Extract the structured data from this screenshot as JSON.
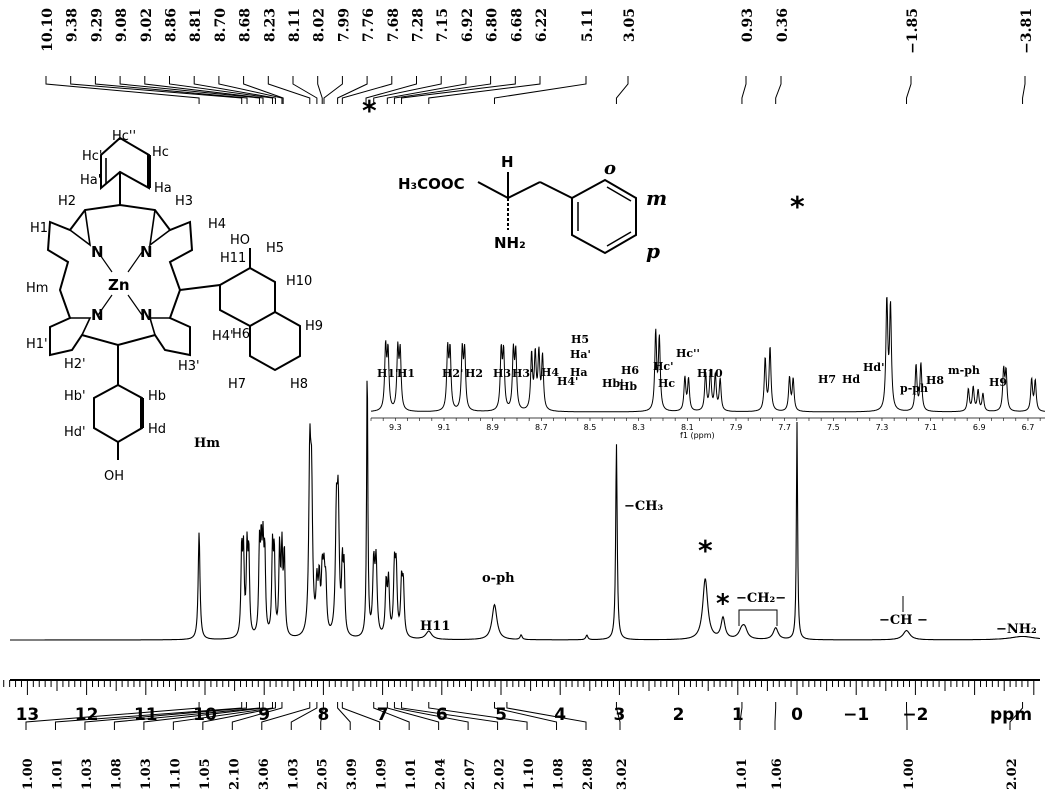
{
  "chart_data": {
    "type": "line",
    "spectrum": "1H NMR",
    "xlabel": "ppm",
    "xlim": [
      13.4,
      -4
    ],
    "x_reversed": true,
    "x_ticks": [
      "13",
      "12",
      "11",
      "10",
      "9",
      "8",
      "7",
      "6",
      "5",
      "4",
      "3",
      "2",
      "1",
      "0",
      "−1",
      "−2"
    ],
    "peak_labels_top": [
      "10.10",
      "9.38",
      "9.29",
      "9.08",
      "9.02",
      "8.86",
      "8.81",
      "8.70",
      "8.68",
      "8.23",
      "8.11",
      "8.02",
      "7.99",
      "7.76",
      "7.68",
      "7.28",
      "7.15",
      "6.92",
      "6.80",
      "6.68",
      "6.22",
      "5.11",
      "3.05",
      "0.93",
      "0.36",
      "−1.85",
      "−3.81"
    ],
    "peak_label_positions_ppm": [
      10.1,
      9.38,
      9.29,
      9.08,
      9.02,
      8.86,
      8.81,
      8.7,
      8.68,
      8.23,
      8.11,
      8.02,
      7.99,
      7.76,
      7.68,
      7.28,
      7.15,
      6.92,
      6.8,
      6.68,
      6.22,
      5.11,
      3.05,
      0.93,
      0.36,
      -1.85,
      -3.81
    ],
    "integrals": [
      {
        "value": "1.00",
        "ppm": 10.1
      },
      {
        "value": "1.01",
        "ppm": 9.38
      },
      {
        "value": "1.03",
        "ppm": 9.3
      },
      {
        "value": "1.08",
        "ppm": 9.08
      },
      {
        "value": "1.03",
        "ppm": 9.02
      },
      {
        "value": "1.10",
        "ppm": 8.86
      },
      {
        "value": "1.05",
        "ppm": 8.81
      },
      {
        "value": "2.10",
        "ppm": 8.7
      },
      {
        "value": "3.06",
        "ppm": 8.23
      },
      {
        "value": "1.03",
        "ppm": 8.11
      },
      {
        "value": "2.05",
        "ppm": 8.0
      },
      {
        "value": "3.09",
        "ppm": 7.76
      },
      {
        "value": "1.09",
        "ppm": 7.68
      },
      {
        "value": "1.01",
        "ppm": 7.15
      },
      {
        "value": "2.04",
        "ppm": 6.92
      },
      {
        "value": "2.07",
        "ppm": 6.8
      },
      {
        "value": "2.02",
        "ppm": 6.68
      },
      {
        "value": "1.10",
        "ppm": 6.22
      },
      {
        "value": "1.08",
        "ppm": 5.11
      },
      {
        "value": "2.08",
        "ppm": 4.9
      },
      {
        "value": "3.02",
        "ppm": 3.05
      },
      {
        "value": "1.01",
        "ppm": 0.93
      },
      {
        "value": "1.06",
        "ppm": 0.36
      },
      {
        "value": "1.00",
        "ppm": -1.85
      },
      {
        "value": "2.02",
        "ppm": -3.81
      }
    ],
    "peaks": [
      {
        "ppm": 10.1,
        "h": 0.46,
        "w": 0.018
      },
      {
        "ppm": 9.38,
        "h": 0.36,
        "w": 0.015
      },
      {
        "ppm": 9.35,
        "h": 0.34,
        "w": 0.015
      },
      {
        "ppm": 9.29,
        "h": 0.36,
        "w": 0.015
      },
      {
        "ppm": 9.26,
        "h": 0.34,
        "w": 0.015
      },
      {
        "ppm": 9.08,
        "h": 0.36,
        "w": 0.015
      },
      {
        "ppm": 9.05,
        "h": 0.34,
        "w": 0.015
      },
      {
        "ppm": 9.02,
        "h": 0.34,
        "w": 0.015
      },
      {
        "ppm": 8.99,
        "h": 0.33,
        "w": 0.015
      },
      {
        "ppm": 8.86,
        "h": 0.36,
        "w": 0.015
      },
      {
        "ppm": 8.83,
        "h": 0.34,
        "w": 0.015
      },
      {
        "ppm": 8.74,
        "h": 0.37,
        "w": 0.015
      },
      {
        "ppm": 8.7,
        "h": 0.36,
        "w": 0.015
      },
      {
        "ppm": 8.66,
        "h": 0.35,
        "w": 0.015
      },
      {
        "ppm": 8.23,
        "h": 0.72,
        "w": 0.02
      },
      {
        "ppm": 8.2,
        "h": 0.58,
        "w": 0.02
      },
      {
        "ppm": 8.11,
        "h": 0.2,
        "w": 0.018
      },
      {
        "ppm": 8.07,
        "h": 0.22,
        "w": 0.018
      },
      {
        "ppm": 8.02,
        "h": 0.24,
        "w": 0.018
      },
      {
        "ppm": 7.99,
        "h": 0.22,
        "w": 0.018
      },
      {
        "ppm": 7.96,
        "h": 0.2,
        "w": 0.018
      },
      {
        "ppm": 7.78,
        "h": 0.48,
        "w": 0.02
      },
      {
        "ppm": 7.75,
        "h": 0.52,
        "w": 0.02
      },
      {
        "ppm": 7.68,
        "h": 0.28,
        "w": 0.015
      },
      {
        "ppm": 7.65,
        "h": 0.27,
        "w": 0.015
      },
      {
        "ppm": 7.26,
        "h": 1.18,
        "w": 0.012
      },
      {
        "ppm": 7.15,
        "h": 0.3,
        "w": 0.02
      },
      {
        "ppm": 7.11,
        "h": 0.31,
        "w": 0.02
      },
      {
        "ppm": 6.94,
        "h": 0.22,
        "w": 0.018
      },
      {
        "ppm": 6.9,
        "h": 0.23,
        "w": 0.018
      },
      {
        "ppm": 6.8,
        "h": 0.28,
        "w": 0.018
      },
      {
        "ppm": 6.77,
        "h": 0.27,
        "w": 0.018
      },
      {
        "ppm": 6.68,
        "h": 0.22,
        "w": 0.018
      },
      {
        "ppm": 6.65,
        "h": 0.21,
        "w": 0.018
      },
      {
        "ppm": 6.22,
        "h": 0.035,
        "w": 0.06
      },
      {
        "ppm": 5.11,
        "h": 0.15,
        "w": 0.05
      },
      {
        "ppm": 4.66,
        "h": 0.02,
        "w": 0.02
      },
      {
        "ppm": 3.55,
        "h": 0.02,
        "w": 0.02
      },
      {
        "ppm": 3.05,
        "h": 0.84,
        "w": 0.015
      },
      {
        "ppm": 1.55,
        "h": 0.26,
        "w": 0.05
      },
      {
        "ppm": 1.25,
        "h": 0.09,
        "w": 0.04
      },
      {
        "ppm": 0.93,
        "h": 0.04,
        "w": 0.06
      },
      {
        "ppm": 0.88,
        "h": 0.035,
        "w": 0.05
      },
      {
        "ppm": 0.36,
        "h": 0.05,
        "w": 0.05
      },
      {
        "ppm": 0.0,
        "h": 0.93,
        "w": 0.012
      },
      {
        "ppm": -1.85,
        "h": 0.04,
        "w": 0.07
      },
      {
        "ppm": -3.81,
        "h": 0.015,
        "w": 0.25
      }
    ],
    "annotations": [
      {
        "text": "Hm",
        "ppm": 10.1,
        "pos": "above-peak"
      },
      {
        "text": "H11",
        "ppm": 6.22,
        "pos": "above-peak"
      },
      {
        "text": "o-ph",
        "ppm": 5.11,
        "pos": "above-peak"
      },
      {
        "text": "−CH₃",
        "ppm": 3.05,
        "pos": "right-of-peak"
      },
      {
        "text": "−CH₂−",
        "ppm": 0.6,
        "pos": "bracket"
      },
      {
        "text": "−CH −",
        "ppm": -1.85,
        "pos": "bracket"
      },
      {
        "text": "−NH₂",
        "ppm": -3.81,
        "pos": "right"
      }
    ],
    "solvent_markers": [
      "*",
      "*",
      "*",
      "*"
    ],
    "inset": {
      "xlabel": "f1 (ppm)",
      "xlim": [
        9.4,
        6.63
      ],
      "x_ticks": [
        "9.3",
        "9.1",
        "8.9",
        "8.7",
        "8.5",
        "8.3",
        "8.1",
        "7.9",
        "7.7",
        "7.5",
        "7.3",
        "7.1",
        "6.9",
        "6.7"
      ],
      "labels": [
        "H1'",
        "H1",
        "H2'",
        "H2",
        "H3",
        "H3'",
        "H4",
        "H4'",
        "H5",
        "Ha'",
        "Ha",
        "Hb'",
        "H6",
        "Hb",
        "Hc'",
        "Hc''",
        "Hc",
        "H10",
        "H7",
        "Hd",
        "Hd'",
        "p-ph",
        "H8",
        "m-ph",
        "H9"
      ],
      "peaks": [
        {
          "ppm": 9.34,
          "h": 0.78
        },
        {
          "ppm": 9.33,
          "h": 0.72
        },
        {
          "ppm": 9.29,
          "h": 0.75
        },
        {
          "ppm": 9.28,
          "h": 0.72
        },
        {
          "ppm": 9.085,
          "h": 0.75
        },
        {
          "ppm": 9.075,
          "h": 0.73
        },
        {
          "ppm": 9.025,
          "h": 0.74
        },
        {
          "ppm": 9.015,
          "h": 0.72
        },
        {
          "ppm": 8.865,
          "h": 0.73
        },
        {
          "ppm": 8.855,
          "h": 0.71
        },
        {
          "ppm": 8.815,
          "h": 0.72
        },
        {
          "ppm": 8.805,
          "h": 0.7
        },
        {
          "ppm": 8.74,
          "h": 0.7
        },
        {
          "ppm": 8.725,
          "h": 0.68
        },
        {
          "ppm": 8.71,
          "h": 0.7
        },
        {
          "ppm": 8.695,
          "h": 0.67
        },
        {
          "ppm": 8.23,
          "h": 0.98
        },
        {
          "ppm": 8.215,
          "h": 0.9
        },
        {
          "ppm": 8.11,
          "h": 0.42
        },
        {
          "ppm": 8.095,
          "h": 0.4
        },
        {
          "ppm": 8.025,
          "h": 0.48
        },
        {
          "ppm": 8.005,
          "h": 0.5
        },
        {
          "ppm": 7.985,
          "h": 0.45
        },
        {
          "ppm": 7.965,
          "h": 0.4
        },
        {
          "ppm": 7.78,
          "h": 0.66
        },
        {
          "ppm": 7.76,
          "h": 0.8
        },
        {
          "ppm": 7.68,
          "h": 0.42
        },
        {
          "ppm": 7.665,
          "h": 0.4
        },
        {
          "ppm": 7.28,
          "h": 1.4
        },
        {
          "ppm": 7.265,
          "h": 1.3
        },
        {
          "ppm": 7.16,
          "h": 0.58
        },
        {
          "ppm": 7.14,
          "h": 0.6
        },
        {
          "ppm": 6.945,
          "h": 0.28
        },
        {
          "ppm": 6.925,
          "h": 0.3
        },
        {
          "ppm": 6.905,
          "h": 0.26
        },
        {
          "ppm": 6.885,
          "h": 0.22
        },
        {
          "ppm": 6.8,
          "h": 0.5
        },
        {
          "ppm": 6.79,
          "h": 0.48
        },
        {
          "ppm": 6.685,
          "h": 0.4
        },
        {
          "ppm": 6.67,
          "h": 0.38
        }
      ]
    }
  },
  "molecule": {
    "left_atoms": [
      "N",
      "N",
      "N",
      "N",
      "Zn",
      "HO",
      "OH"
    ],
    "left_labels": [
      "Hc''",
      "Hc'",
      "Hc",
      "Ha'",
      "Ha",
      "H2",
      "H3",
      "H4",
      "H1",
      "Hm",
      "H1'",
      "H2'",
      "H3'",
      "H4'",
      "H5",
      "H11",
      "H10",
      "H6",
      "H9",
      "H7",
      "H8",
      "Hb'",
      "Hb",
      "Hd'",
      "Hd"
    ],
    "right_formula": "H₃COOC",
    "right_labels": [
      "H",
      "NH₂",
      "o",
      "m",
      "p"
    ]
  }
}
